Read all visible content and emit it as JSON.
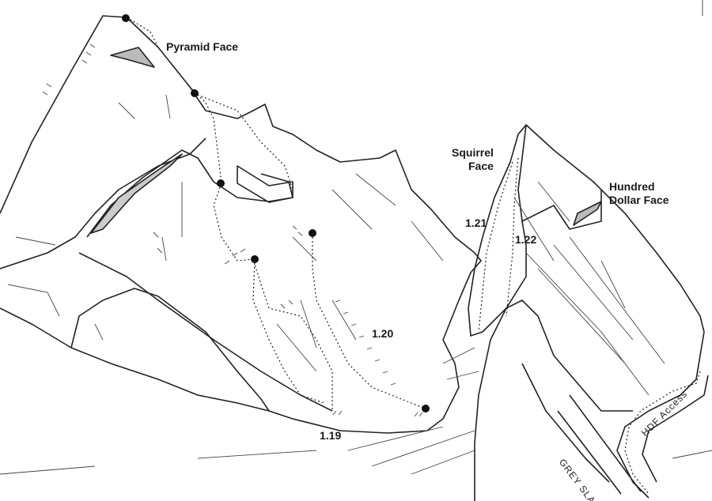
{
  "labels": {
    "pyramid_face": "Pyramid Face",
    "squirrel_face_line1": "Squirrel",
    "squirrel_face_line2": "Face",
    "hundred_dollar_line1": "Hundred",
    "hundred_dollar_line2": "Dollar Face",
    "route_1_19": "1.19",
    "route_1_20": "1.20",
    "route_1_21": "1.21",
    "route_1_22": "1.22",
    "grey_slab": "GREY SLAB",
    "hdf_access": "HDF Access"
  },
  "colors": {
    "ink": "#222222",
    "background": "#ffffff"
  }
}
